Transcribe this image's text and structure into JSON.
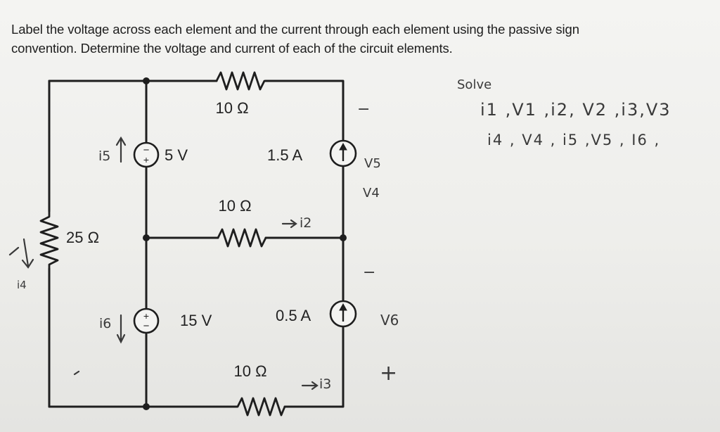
{
  "problem": {
    "line1": "Label the voltage across each element and the current through each element using the passive sign",
    "line2": "convention. Determine the voltage and current of each of the circuit elements."
  },
  "circuit": {
    "r_top": "10 Ω",
    "r_middle": "10 Ω",
    "r_bottom": "10 Ω",
    "r_left": "25 Ω",
    "vs_top": "5 V",
    "vs_bottom": "15 V",
    "cs_top": "1.5 A",
    "cs_bottom": "0.5 A",
    "plus_sign": "+",
    "minus_sign": "−"
  },
  "handwriting": {
    "solve": "Solve",
    "list_line1": "i1 ,V1 ,i2, V2 ,i3,V3",
    "list_line2": "i4 , V4 , i5 ,V5 , I6 ,",
    "i5": "i5",
    "i6": "i6",
    "i4": "i4",
    "i2": "i2",
    "i3": "i3",
    "v5": "V5",
    "v4": "V4",
    "v6": "V6",
    "minus_top": "−",
    "minus_mid": "−",
    "plus_bottom": "+"
  },
  "colors": {
    "ink": "#1e1e1e",
    "pen": "#3a3a3a",
    "paper": "#efefec"
  }
}
